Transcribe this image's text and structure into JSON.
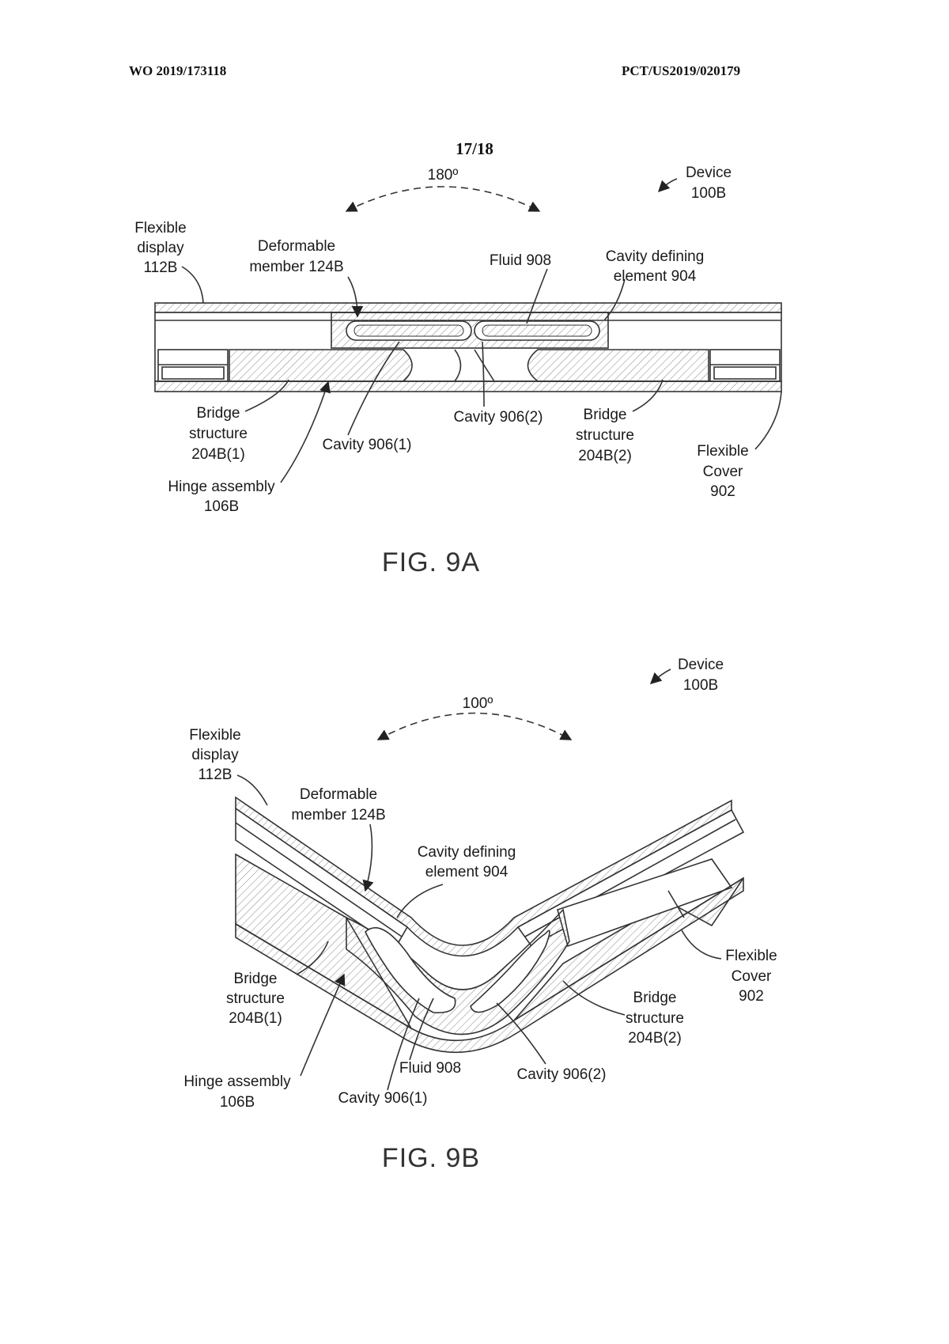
{
  "header": {
    "left": "WO 2019/173118",
    "right": "PCT/US2019/020179"
  },
  "page_number": "17/18",
  "fig_9a": {
    "caption": "FIG. 9A",
    "angle": "180º",
    "device": [
      "Device",
      "100B"
    ],
    "flexible_display": [
      "Flexible",
      "display",
      "112B"
    ],
    "deformable_member": [
      "Deformable",
      "member 124B"
    ],
    "fluid": "Fluid 908",
    "cavity_defining_element": [
      "Cavity defining",
      "element 904"
    ],
    "bridge_structure_1": [
      "Bridge",
      "structure",
      "204B(1)"
    ],
    "cavity_906_1": "Cavity 906(1)",
    "cavity_906_2": "Cavity 906(2)",
    "bridge_structure_2": [
      "Bridge",
      "structure",
      "204B(2)"
    ],
    "flexible_cover": [
      "Flexible",
      "Cover",
      "902"
    ],
    "hinge_assembly": [
      "Hinge assembly",
      "106B"
    ]
  },
  "fig_9b": {
    "caption": "FIG. 9B",
    "angle": "100º",
    "device": [
      "Device",
      "100B"
    ],
    "flexible_display": [
      "Flexible",
      "display",
      "112B"
    ],
    "deformable_member": [
      "Deformable",
      "member 124B"
    ],
    "cavity_defining_element": [
      "Cavity defining",
      "element 904"
    ],
    "flexible_cover": [
      "Flexible",
      "Cover",
      "902"
    ],
    "bridge_structure_1": [
      "Bridge",
      "structure",
      "204B(1)"
    ],
    "bridge_structure_2": [
      "Bridge",
      "structure",
      "204B(2)"
    ],
    "hinge_assembly": [
      "Hinge assembly",
      "106B"
    ],
    "fluid": "Fluid 908",
    "cavity_906_1": "Cavity 906(1)",
    "cavity_906_2": "Cavity 906(2)"
  }
}
